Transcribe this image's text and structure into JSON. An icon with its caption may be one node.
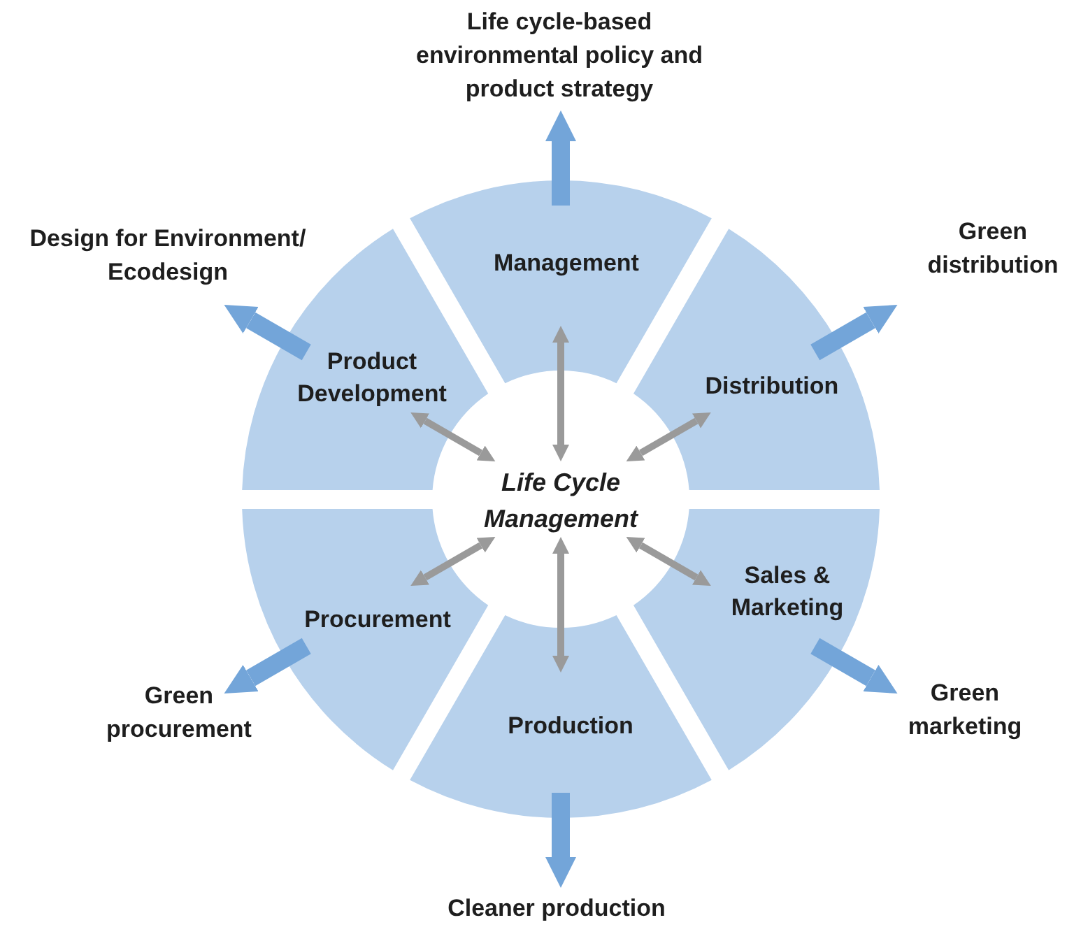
{
  "diagram": {
    "nodes": [
      {
        "text": [
          "Life Cycle Management"
        ]
      },
      {
        "text": [
          "Management"
        ]
      },
      {
        "text": [
          "Distribution"
        ]
      },
      {
        "text": [
          "Sales & Marketing"
        ]
      },
      {
        "text": [
          "Production"
        ]
      },
      {
        "text": [
          "Procurement"
        ]
      },
      {
        "text": [
          "Product Development"
        ]
      },
      {
        "text": [
          "Life cycle-based environmental policy and product strategy"
        ]
      },
      {
        "text": [
          "Green distribution"
        ]
      },
      {
        "text": [
          "Green marketing"
        ]
      },
      {
        "text": [
          "Cleaner production"
        ]
      },
      {
        "text": [
          "Green procurement"
        ]
      },
      {
        "text": [
          "Design for Environment/ Ecodesign"
        ]
      }
    ],
    "edges": [
      {
        "from": 0,
        "to": 1,
        "arrow": "both",
        "color": "#9a9a9a"
      },
      {
        "from": 0,
        "to": 2,
        "arrow": "both",
        "color": "#9a9a9a"
      },
      {
        "from": 0,
        "to": 3,
        "arrow": "both",
        "color": "#9a9a9a"
      },
      {
        "from": 0,
        "to": 4,
        "arrow": "both",
        "color": "#9a9a9a"
      },
      {
        "from": 0,
        "to": 5,
        "arrow": "both",
        "color": "#9a9a9a"
      },
      {
        "from": 0,
        "to": 6,
        "arrow": "both",
        "color": "#9a9a9a"
      },
      {
        "from": 1,
        "to": 7,
        "arrow": "to",
        "style": "thick",
        "color": "#73a5d9"
      },
      {
        "from": 2,
        "to": 8,
        "arrow": "to",
        "style": "thick",
        "color": "#73a5d9"
      },
      {
        "from": 3,
        "to": 9,
        "arrow": "to",
        "style": "thick",
        "color": "#73a5d9"
      },
      {
        "from": 4,
        "to": 10,
        "arrow": "to",
        "style": "thick",
        "color": "#73a5d9"
      },
      {
        "from": 5,
        "to": 11,
        "arrow": "to",
        "style": "thick",
        "color": "#73a5d9"
      },
      {
        "from": 6,
        "to": 12,
        "arrow": "to",
        "style": "thick",
        "color": "#73a5d9"
      }
    ]
  }
}
